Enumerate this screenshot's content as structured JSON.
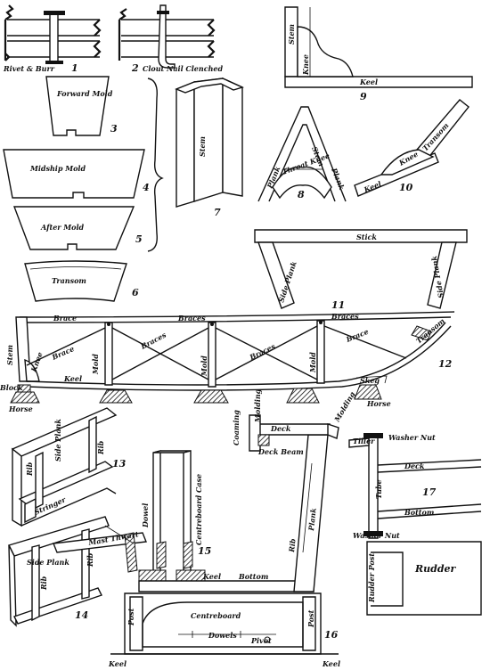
{
  "labels": {
    "rivet_burr": "Rivet & Burr",
    "clout_nail": "Clout Nail Clenched",
    "forward_mold": "Forward Mold",
    "midship_mold": "Midship Mold",
    "after_mold": "After Mold",
    "transom": "Transom",
    "stem": "Stem",
    "knee": "Knee",
    "keel": "Keel",
    "plank": "Plank",
    "throat_knee": "Throat Knee",
    "stick": "Stick",
    "side_plank": "Side Plank",
    "brace": "Brace",
    "braces": "Braces",
    "mold": "Mold",
    "block": "Block",
    "horse": "Horse",
    "skeg": "Skeg",
    "rib": "Rib",
    "stringer": "Stringer",
    "mast_thwart": "Mast Thwart",
    "dowel": "Dowel",
    "centreboard_case": "Centreboard Case",
    "bottom": "Bottom",
    "centreboard": "Centreboard",
    "dowels": "Dowels",
    "post": "Post",
    "pivot": "Pivot",
    "coaming": "Coaming",
    "deck": "Deck",
    "molding": "Molding",
    "deck_beam": "Deck Beam",
    "tiller": "Tiller",
    "washer_nut": "Washer Nut",
    "tube": "Tube",
    "rudder_post": "Rudder Post",
    "rudder": "Rudder"
  },
  "figures": {
    "f1": "1",
    "f2": "2",
    "f3": "3",
    "f4": "4",
    "f5": "5",
    "f6": "6",
    "f7": "7",
    "f8": "8",
    "f9": "9",
    "f10": "10",
    "f11": "11",
    "f12": "12",
    "f13": "13",
    "f14": "14",
    "f15": "15",
    "f16": "16",
    "f17": "17"
  }
}
